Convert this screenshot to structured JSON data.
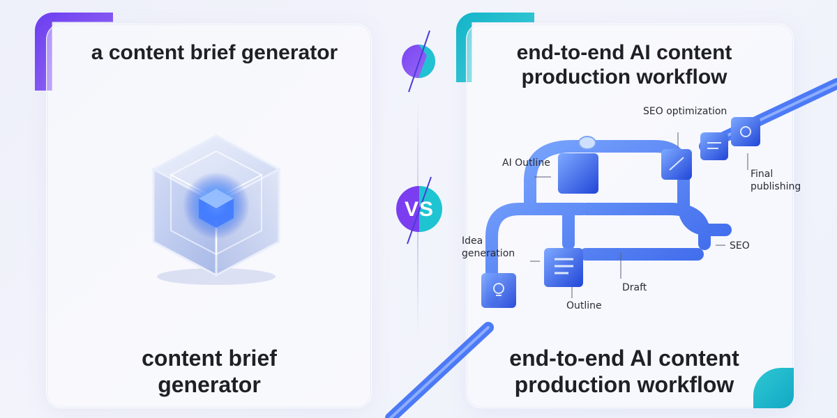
{
  "left_panel": {
    "top_title": "a content brief generator",
    "bottom_title": "content brief generator"
  },
  "center": {
    "vs_label": "VS"
  },
  "right_panel": {
    "top_title": "end-to-end AI content production workflow",
    "bottom_title": "end-to-end AI content production workflow",
    "stage_labels": {
      "seo_optimization": "SEO optimization",
      "ai_outline": "AI Outline",
      "final_publishing": "Final publishing",
      "seo": "SEO",
      "idea_generation": "Idea generation",
      "draft": "Draft",
      "outline": "Outline"
    }
  },
  "colors": {
    "purple_accent": "#6d3ff0",
    "teal_accent": "#13b5c9",
    "pipe_blue": "#2f6bff"
  },
  "icons": [
    "lightbulb-icon",
    "document-icon",
    "gear-icon",
    "publish-icon"
  ]
}
